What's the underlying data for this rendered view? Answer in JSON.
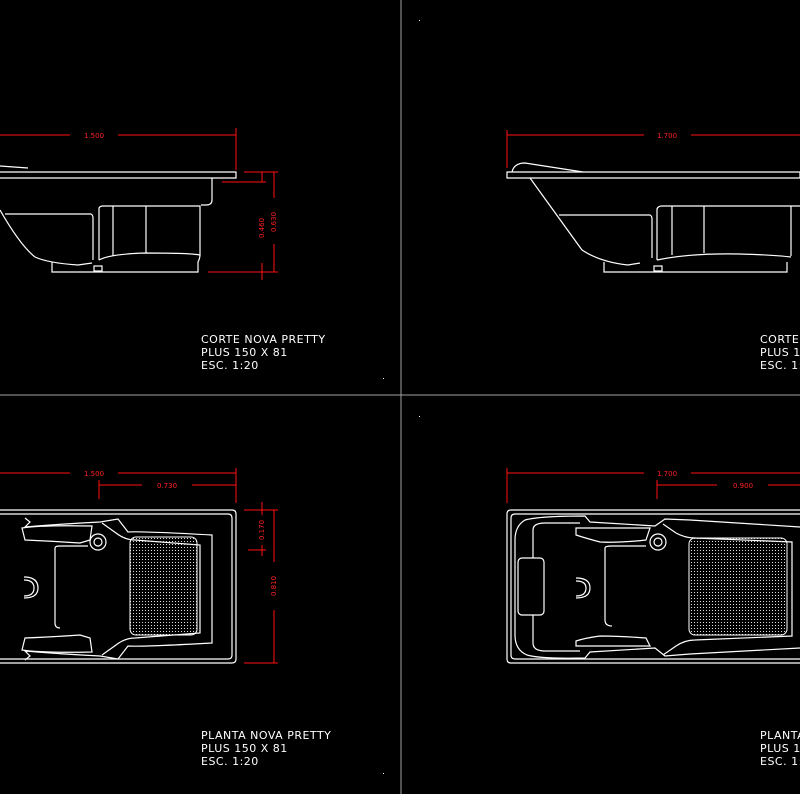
{
  "colors": {
    "background": "#000000",
    "geometry": "#ffffff",
    "dimensions": "#ff1010",
    "viewport_border": "#a0a0a0"
  },
  "viewports": {
    "top_left": {
      "dims": {
        "length": "1.500",
        "rim": "0.460",
        "height": "0.630"
      },
      "title": [
        "CORTE NOVA PRETTY",
        "PLUS 150 X 81",
        "ESC. 1:20"
      ]
    },
    "top_right": {
      "dims": {
        "length": "1.700"
      },
      "title": [
        "CORTE",
        "PLUS 1",
        "ESC. 1:"
      ]
    },
    "bottom_left": {
      "dims": {
        "length": "1.500",
        "partial": "0.730",
        "edge": "0.170",
        "width": "0.810"
      },
      "title": [
        "PLANTA NOVA PRETTY",
        "PLUS 150 X 81",
        "ESC. 1:20"
      ]
    },
    "bottom_right": {
      "dims": {
        "length": "1.700",
        "partial": "0.900"
      },
      "title": [
        "PLANTA",
        "PLUS 1",
        "ESC. 1:"
      ]
    }
  }
}
